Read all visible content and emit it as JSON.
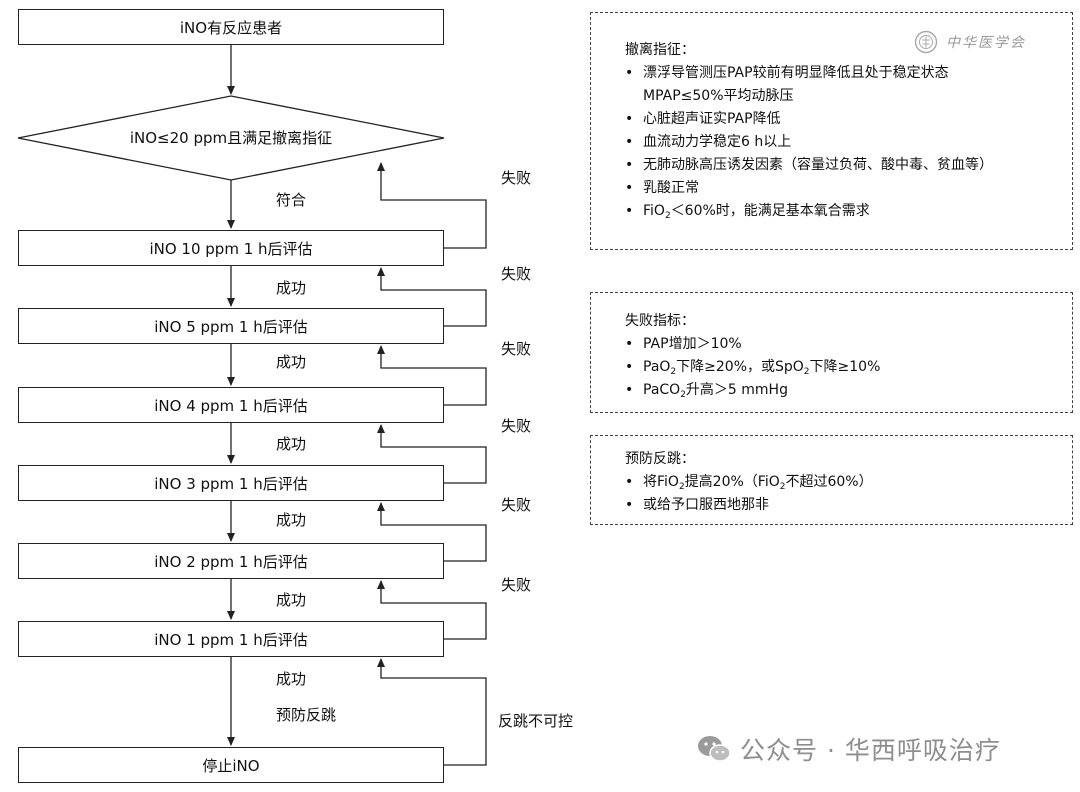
{
  "flow": {
    "start": "iNO有反应患者",
    "decision": "iNO≤20 ppm且满足撤离指征",
    "yes_label": "符合",
    "steps": [
      "iNO 10 ppm 1 h后评估",
      "iNO 5 ppm 1 h后评估",
      "iNO 4 ppm 1 h后评估",
      "iNO 3 ppm 1 h后评估",
      "iNO 2 ppm 1 h后评估",
      "iNO 1 ppm 1 h后评估"
    ],
    "success_label": "成功",
    "fail_label": "失败",
    "prevent_label": "预防反跳",
    "rebound_label": "反跳不可控",
    "end": "停止iNO"
  },
  "notes": {
    "withdrawal": {
      "title": "撤离指征：",
      "items": [
        "漂浮导管测压PAP较前有明显降低且处于稳定状态",
        "MPAP≤50%平均动脉压",
        "心脏超声证实PAP降低",
        "血流动力学稳定6 h以上",
        "无肺动脉高压诱发因素（容量过负荷、酸中毒、贫血等）",
        "乳酸正常"
      ],
      "fio2_pre": "FiO",
      "fio2_sub": "2",
      "fio2_post": "＜60%时，能满足基本氧合需求"
    },
    "failure": {
      "title": "失败指标：",
      "item1": "PAP增加＞10%",
      "item2_a": "PaO",
      "item2_sub1": "2",
      "item2_b": "下降≥20%，或SpO",
      "item2_sub2": "2",
      "item2_c": "下降≥10%",
      "item3_a": "PaCO",
      "item3_sub": "2",
      "item3_b": "升高＞5 mmHg"
    },
    "prevention": {
      "title": "预防反跳：",
      "item1_a": "将FiO",
      "item1_sub1": "2",
      "item1_b": "提高20%（FiO",
      "item1_sub2": "2",
      "item1_c": "不超过60%）",
      "item2": "或给予口服西地那非"
    }
  },
  "branding": {
    "logo_text": "中华医学会",
    "watermark_text": "公众号 · 华西呼吸治疗"
  }
}
